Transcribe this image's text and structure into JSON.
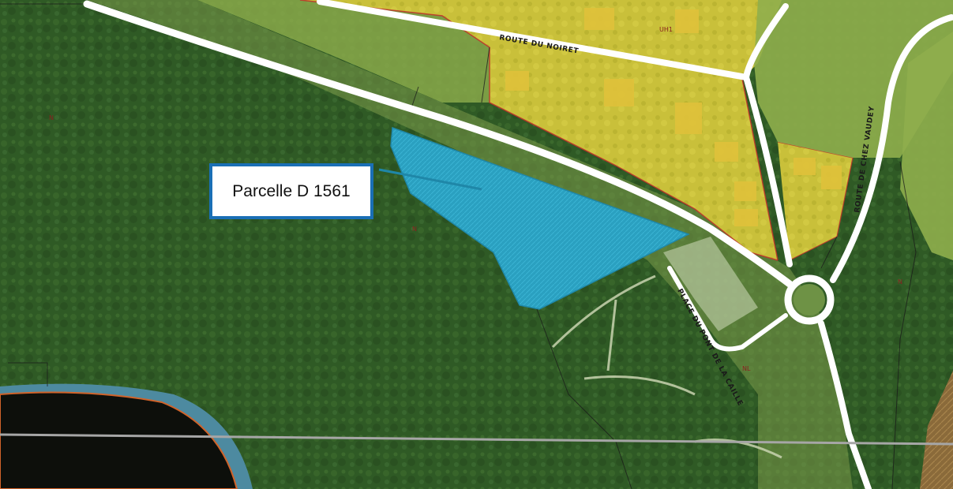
{
  "map": {
    "callout_label": "Parcelle D 1561",
    "roads": {
      "route_du_noiret": "ROUTE DU NOIRET",
      "route_de_chez_vaudey": "ROUTE DE CHEZ VAUDEY",
      "place_du_pont": "PLACE DU PONT DE LA CAILLE"
    },
    "zone_labels": {
      "uh1": "UH1",
      "n_west": "N",
      "n_center": "N",
      "n_east": "N",
      "nl": "NL"
    },
    "colors": {
      "forest": "#2f5a25",
      "urban_zone": "#c9c03a",
      "parcel": "#2aa0c0",
      "road": "#ffffff",
      "callout_border": "#1a6fb5",
      "lake": "#0d0f0b",
      "lake_buffer": "#4d8aa0",
      "zone_border": "#c0302a"
    }
  }
}
